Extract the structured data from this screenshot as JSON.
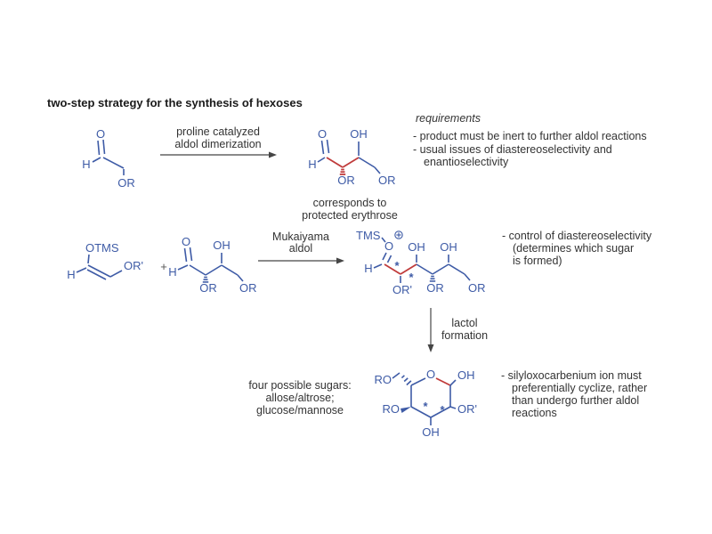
{
  "title": "two-step strategy for the synthesis of hexoses",
  "colors": {
    "bond_blue": "#3e5ba6",
    "highlight_red": "#c03b3b",
    "text_dark": "#333333"
  },
  "step1": {
    "arrow_label": [
      "proline catalyzed",
      "aldol dimerization"
    ],
    "caption": [
      "corresponds to",
      "protected erythrose"
    ]
  },
  "requirements": {
    "heading": "requirements",
    "lines": [
      "- product must be inert to further aldol reactions",
      "- usual issues of diastereoselectivity and",
      "enantioselectivity"
    ]
  },
  "step2": {
    "plus": "+",
    "arrow_label": [
      "Mukaiyama",
      "aldol"
    ],
    "note": [
      "- control of diastereoselectivity",
      "(determines which sugar",
      "is formed)"
    ]
  },
  "step3": {
    "arrow_label": [
      "lactol",
      "formation"
    ],
    "caption": [
      "four possible sugars:",
      "allose/altrose;",
      "glucose/mannose"
    ],
    "note": [
      "- silyloxocarbenium ion must",
      "preferentially cyclize, rather",
      "than undergo further aldol",
      "reactions"
    ]
  },
  "atoms": {
    "h": "H",
    "o": "O",
    "oh": "OH",
    "or": "OR",
    "or_prime": "OR'",
    "otms": "OTMS",
    "tms": "TMS",
    "ro": "RO",
    "star": "*"
  }
}
